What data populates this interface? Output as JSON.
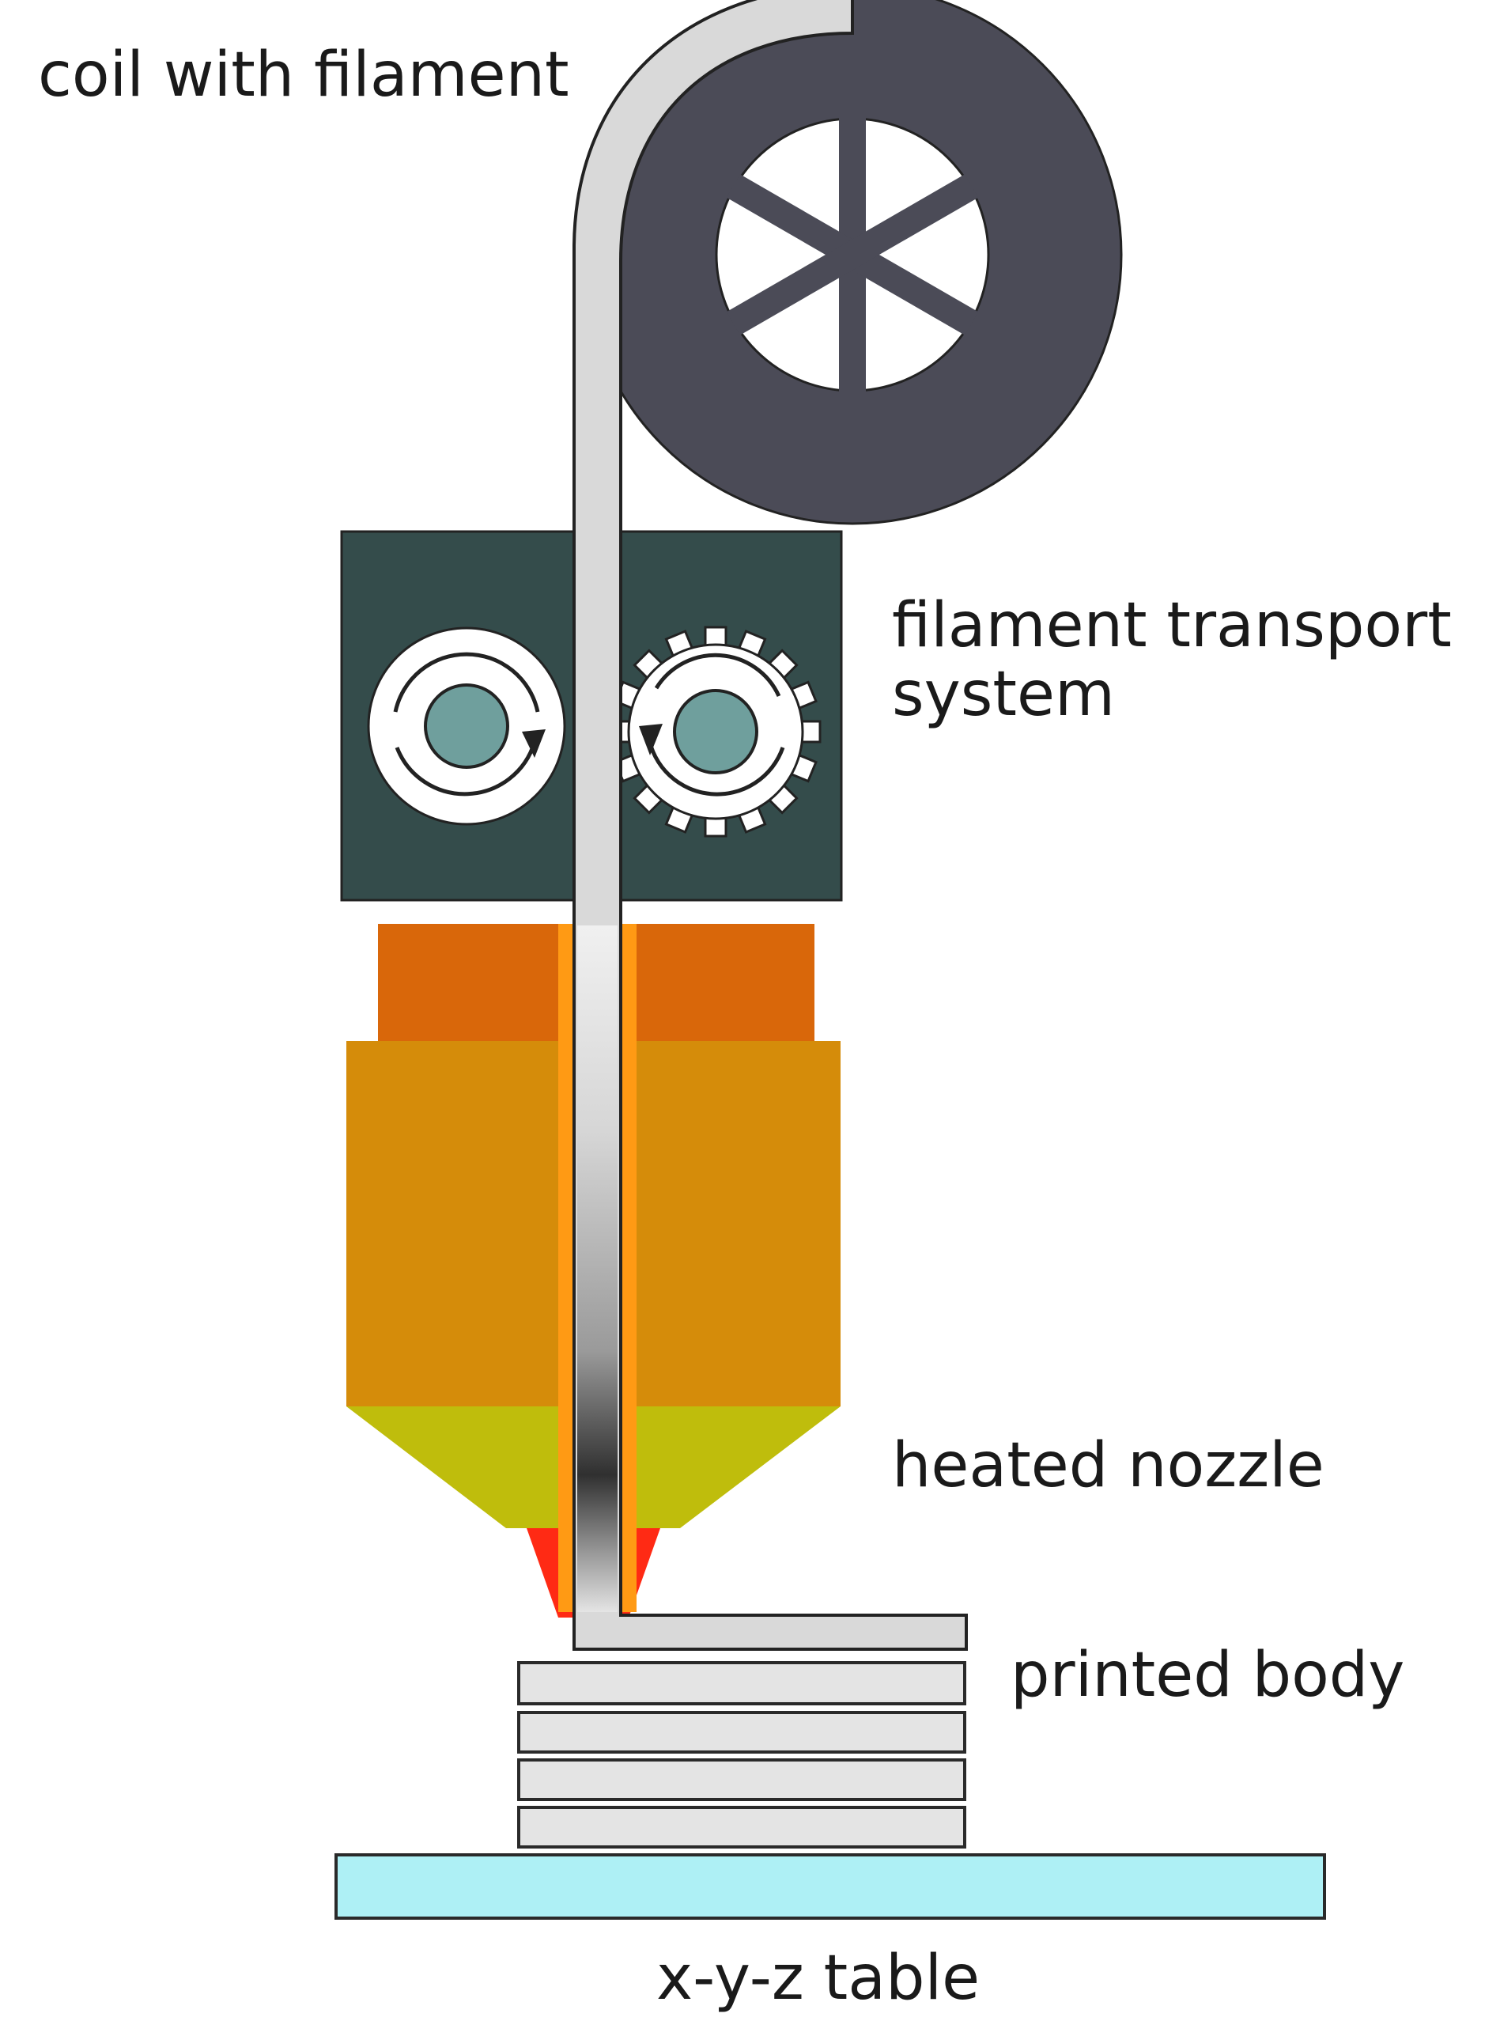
{
  "labels": {
    "coil": "coil with filament",
    "transport_line1": "filament transport",
    "transport_line2": "system",
    "nozzle": "heated nozzle",
    "printed_body": "printed body",
    "table": "x-y-z table"
  },
  "icons": [
    "spool",
    "drive-wheel",
    "gear-wheel",
    "rotation-arrow",
    "nozzle",
    "print-layer",
    "build-table"
  ],
  "colors": {
    "spool": "#4b4b57",
    "transport_box": "#344c4b",
    "wheel_hub": "#6f9f9d",
    "heater_top": "#d9670a",
    "heater_body": "#d58c0a",
    "nozzle_cone": "#bfbd0c",
    "nozzle_tip": "#ff2a14",
    "filament_channel": "#ff9a14",
    "layer_fill": "#e4e4e4",
    "table": "#aef0f5"
  }
}
